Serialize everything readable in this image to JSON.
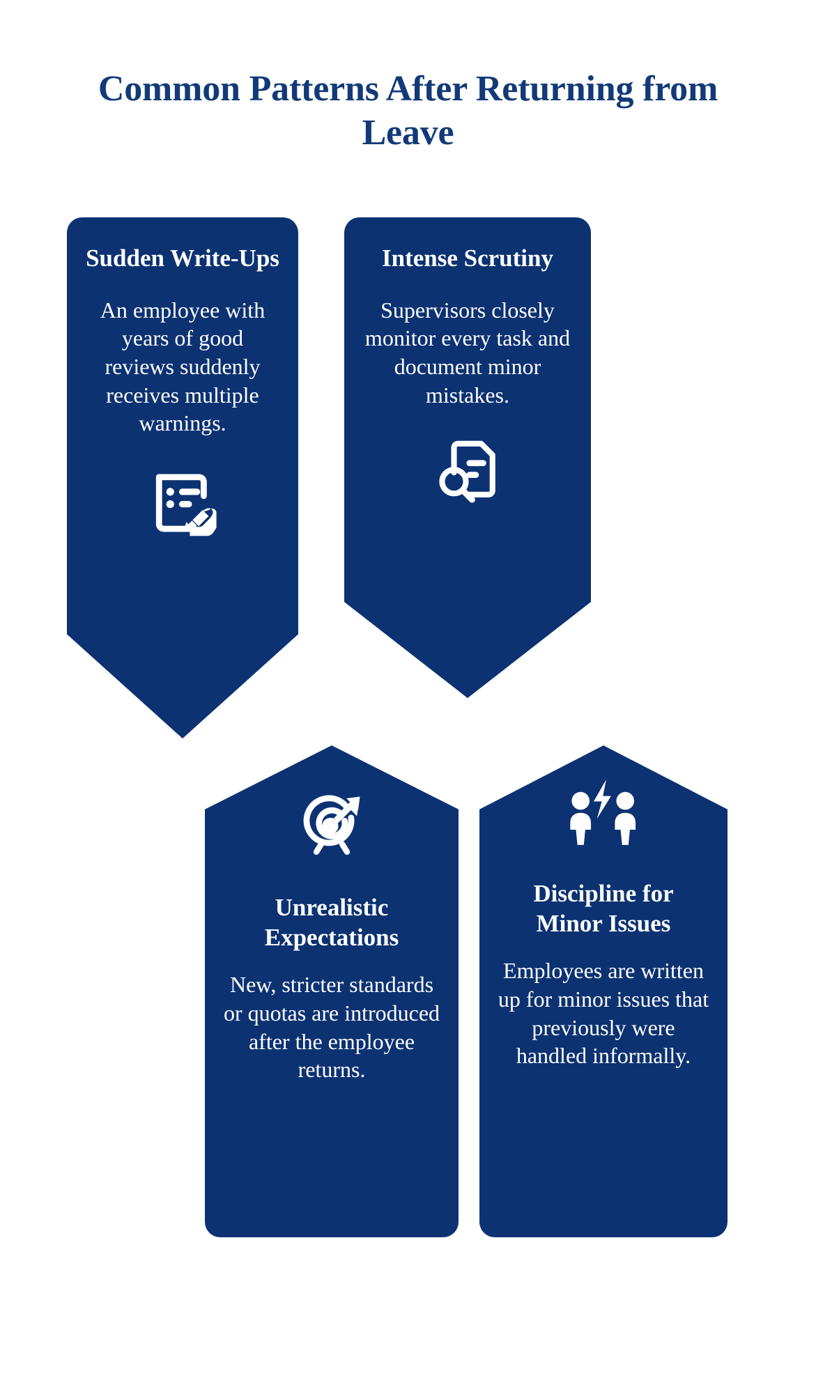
{
  "page": {
    "title": "Common Patterns After Returning from Leave",
    "title_color": "#123a78",
    "background_color": "#ffffff",
    "card_color": "#0c3272",
    "card_text_color": "#ffffff"
  },
  "cards": [
    {
      "heading": "Sudden Write-Ups",
      "body": "An employee with years of good reviews suddenly receives multiple warnings.",
      "icon": "clipboard-hand-writing-icon",
      "shape": "chevron-down-bottom"
    },
    {
      "heading": "Intense Scrutiny",
      "body": "Supervisors closely monitor every task and document minor mistakes.",
      "icon": "document-magnifier-icon",
      "shape": "chevron-down-bottom"
    },
    {
      "heading": "Unrealistic Expectations",
      "body": "New, stricter standards or quotas are introduced after the employee returns.",
      "icon": "target-arrow-icon",
      "shape": "chevron-up-top"
    },
    {
      "heading": "Discipline for Minor Issues",
      "body": "Employees are written up for minor issues that previously were handled informally.",
      "icon": "two-people-conflict-icon",
      "shape": "chevron-up-top"
    }
  ]
}
